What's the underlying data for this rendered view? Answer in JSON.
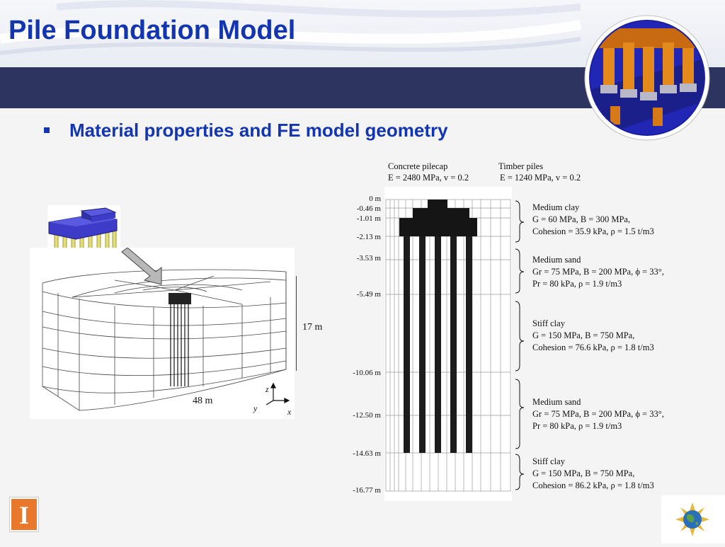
{
  "slide": {
    "title": "Pile Foundation Model",
    "bullet": "Material properties and FE model geometry"
  },
  "materials": {
    "pilecap_name": "Concrete pilecap",
    "pilecap_props": "E = 2480 MPa, v = 0.2",
    "piles_name": "Timber piles",
    "piles_props": "E = 1240 MPa, v = 0.2"
  },
  "depths": [
    "0 m",
    "-0.46 m",
    "-1.01 m",
    "-2.13 m",
    "-3.53 m",
    "-5.49 m",
    "-10.06 m",
    "-12.50 m",
    "-14.63 m",
    "-16.77 m"
  ],
  "layers": [
    {
      "name": "Medium clay",
      "line1": "G = 60 MPa, B = 300 MPa,",
      "line2": "Cohesion = 35.9 kPa, ρ = 1.5 t/m3"
    },
    {
      "name": "Medium sand",
      "line1": "Gr = 75 MPa, B = 200 MPa, ϕ = 33°,",
      "line2": "Pr = 80 kPa, ρ = 1.9 t/m3"
    },
    {
      "name": "Stiff clay",
      "line1": "G = 150 MPa, B = 750 MPa,",
      "line2": "Cohesion = 76.6 kPa,  ρ = 1.8 t/m3"
    },
    {
      "name": "Medium sand",
      "line1": "Gr = 75 MPa, B = 200 MPa, ϕ = 33°,",
      "line2": "Pr = 80 kPa, ρ = 1.9 t/m3"
    },
    {
      "name": "Stiff clay",
      "line1": "G = 150 MPa, B = 750 MPa,",
      "line2": "Cohesion = 86.2 kPa,  ρ = 1.8 t/m3"
    }
  ],
  "model3d": {
    "height": "17 m",
    "width": "48 m",
    "axis_z": "z",
    "axis_y": "y",
    "axis_x": "x"
  },
  "colors": {
    "title": "#1336b0",
    "band": "#2e3460",
    "logo": "#e8782b"
  },
  "icons": [
    "illinois-logo-icon",
    "globe-gear-icon",
    "pile-model-medallion-icon"
  ]
}
